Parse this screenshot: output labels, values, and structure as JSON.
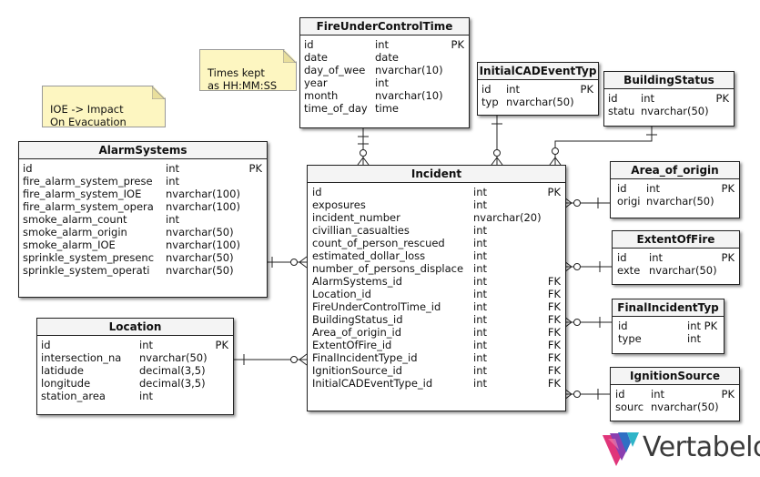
{
  "entities": {
    "fire_under_control_time": {
      "title": "FireUnderControlTime",
      "rows": [
        {
          "name": "id",
          "type": "int",
          "key": "PK"
        },
        {
          "name": "date",
          "type": "date",
          "key": ""
        },
        {
          "name": "day_of_wee",
          "type": "nvarchar(10)",
          "key": ""
        },
        {
          "name": "year",
          "type": "int",
          "key": ""
        },
        {
          "name": "month",
          "type": "nvarchar(10)",
          "key": ""
        },
        {
          "name": "time_of_day",
          "type": "time",
          "key": ""
        }
      ]
    },
    "initial_cad_event_type": {
      "title": "InitialCADEventTyp",
      "rows": [
        {
          "name": "id",
          "type": "int",
          "key": "PK"
        },
        {
          "name": "typ",
          "type": "nvarchar(50)",
          "key": ""
        }
      ]
    },
    "building_status": {
      "title": "BuildingStatus",
      "rows": [
        {
          "name": "id",
          "type": "int",
          "key": "PK"
        },
        {
          "name": "statu",
          "type": "nvarchar(50)",
          "key": ""
        }
      ]
    },
    "alarm_systems": {
      "title": "AlarmSystems",
      "rows": [
        {
          "name": "id",
          "type": "int",
          "key": "PK"
        },
        {
          "name": "fire_alarm_system_prese",
          "type": "int",
          "key": ""
        },
        {
          "name": "fire_alarm_system_IOE",
          "type": "nvarchar(100)",
          "key": ""
        },
        {
          "name": "fire_alarm_system_opera",
          "type": "nvarchar(100)",
          "key": ""
        },
        {
          "name": "smoke_alarm_count",
          "type": "int",
          "key": ""
        },
        {
          "name": "smoke_alarm_origin",
          "type": "nvarchar(50)",
          "key": ""
        },
        {
          "name": "smoke_alarm_IOE",
          "type": "nvarchar(100)",
          "key": ""
        },
        {
          "name": "sprinkle_system_presenc",
          "type": "nvarchar(50)",
          "key": ""
        },
        {
          "name": "sprinkle_system_operati",
          "type": "nvarchar(50)",
          "key": ""
        }
      ]
    },
    "incident": {
      "title": "Incident",
      "rows": [
        {
          "name": "id",
          "type": "int",
          "key": "PK"
        },
        {
          "name": "exposures",
          "type": "int",
          "key": ""
        },
        {
          "name": "incident_number",
          "type": "nvarchar(20)",
          "key": ""
        },
        {
          "name": "civillian_casualties",
          "type": "int",
          "key": ""
        },
        {
          "name": "count_of_person_rescued",
          "type": "int",
          "key": ""
        },
        {
          "name": "estimated_dollar_loss",
          "type": "int",
          "key": ""
        },
        {
          "name": "number_of_persons_displace",
          "type": "int",
          "key": ""
        },
        {
          "name": "AlarmSystems_id",
          "type": "int",
          "key": "FK"
        },
        {
          "name": "Location_id",
          "type": "int",
          "key": "FK"
        },
        {
          "name": "FireUnderControlTime_id",
          "type": "int",
          "key": "FK"
        },
        {
          "name": "BuildingStatus_id",
          "type": "int",
          "key": "FK"
        },
        {
          "name": "Area_of_origin_id",
          "type": "int",
          "key": "FK"
        },
        {
          "name": "ExtentOfFire_id",
          "type": "int",
          "key": "FK"
        },
        {
          "name": "FinalIncidentType_id",
          "type": "int",
          "key": "FK"
        },
        {
          "name": "IgnitionSource_id",
          "type": "int",
          "key": "FK"
        },
        {
          "name": "InitialCADEventType_id",
          "type": "int",
          "key": "FK"
        }
      ]
    },
    "area_of_origin": {
      "title": "Area_of_origin",
      "rows": [
        {
          "name": "id",
          "type": "int",
          "key": "PK"
        },
        {
          "name": "origi",
          "type": "nvarchar(50)",
          "key": ""
        }
      ]
    },
    "extent_of_fire": {
      "title": "ExtentOfFire",
      "rows": [
        {
          "name": "id",
          "type": "int",
          "key": "PK"
        },
        {
          "name": "exte",
          "type": "nvarchar(50)",
          "key": ""
        }
      ]
    },
    "final_incident_type": {
      "title": "FinalIncidentTyp",
      "rows": [
        {
          "name": "id",
          "type": "int PK",
          "key": ""
        },
        {
          "name": "type",
          "type": "int",
          "key": ""
        }
      ]
    },
    "location": {
      "title": "Location",
      "rows": [
        {
          "name": "id",
          "type": "int",
          "key": "PK"
        },
        {
          "name": "intersection_na",
          "type": "nvarchar(50)",
          "key": ""
        },
        {
          "name": "latidude",
          "type": "decimal(3,5)",
          "key": ""
        },
        {
          "name": "longitude",
          "type": "decimal(3,5)",
          "key": ""
        },
        {
          "name": "station_area",
          "type": "int",
          "key": ""
        }
      ]
    },
    "ignition_source": {
      "title": "IgnitionSource",
      "rows": [
        {
          "name": "id",
          "type": "int",
          "key": "PK"
        },
        {
          "name": "sourc",
          "type": "nvarchar(50)",
          "key": ""
        }
      ]
    }
  },
  "notes": {
    "ioe": "IOE -> Impact\nOn Evacuation",
    "times": "Times kept\nas HH:MM:SS"
  },
  "logo": {
    "text": "Vertabelo",
    "colors": [
      "#e0357a",
      "#8a3fb0",
      "#2f6fc4",
      "#2fb4c8"
    ]
  },
  "colors": {
    "note_fill": "#fdf6c1",
    "line": "#222222"
  }
}
